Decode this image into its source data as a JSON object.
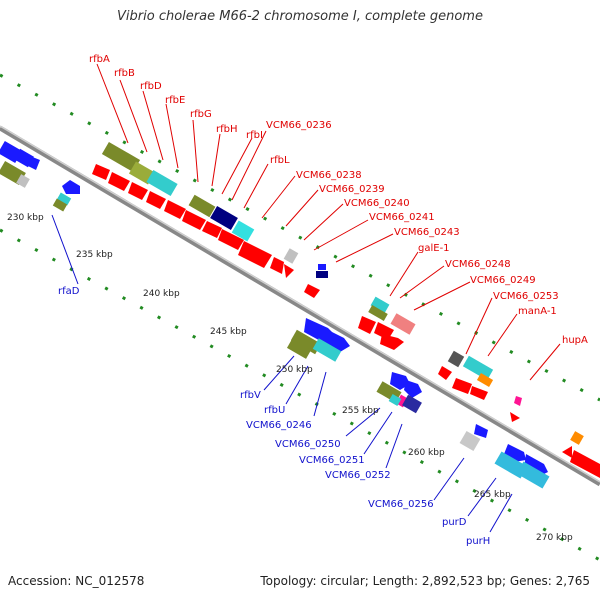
{
  "title": "Vibrio cholerae M66-2 chromosome I, complete genome",
  "accession": "Accession: NC_012578",
  "topology": "Topology: circular; Length: 2,892,523 bp; Genes: 2,765",
  "ticks": [
    "230 kbp",
    "235 kbp",
    "240 kbp",
    "245 kbp",
    "250 kbp",
    "255 kbp",
    "260 kbp",
    "265 kbp",
    "270 kbp"
  ],
  "labels_top": [
    "rfbA",
    "rfbB",
    "rfbD",
    "rfbE",
    "rfbG",
    "rfbH",
    "rfbI",
    "VCM66_0236",
    "rfbL",
    "VCM66_0238",
    "VCM66_0239",
    "VCM66_0240",
    "VCM66_0241",
    "VCM66_0243",
    "galE-1",
    "VCM66_0248",
    "VCM66_0249",
    "VCM66_0253",
    "manA-1",
    "hupA"
  ],
  "labels_bottom": [
    "rfaD",
    "rfbV",
    "rfbU",
    "VCM66_0246",
    "VCM66_0250",
    "VCM66_0251",
    "VCM66_0252",
    "VCM66_0256",
    "purD",
    "purH"
  ],
  "colors": {
    "label_top": "#e00000",
    "label_bottom": "#1010cc",
    "backbone": "#999999",
    "dots": "#228b22",
    "gene_forward": "#ff0000",
    "gene_reverse": "#1a1aff",
    "olive": "#7a8a2a",
    "cyan": "#33cccc",
    "navy": "#000080",
    "pink": "#f08080",
    "magenta": "#ff1493",
    "orange": "#ff8c00",
    "grey": "#c0c0c0"
  }
}
